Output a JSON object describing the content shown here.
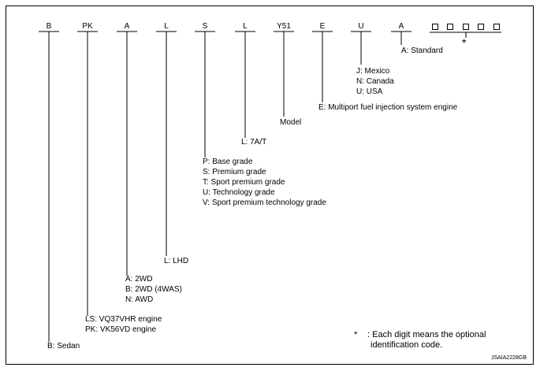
{
  "codes": [
    "B",
    "PK",
    "A",
    "L",
    "S",
    "L",
    "Y51",
    "E",
    "U",
    "A"
  ],
  "boxes": 5,
  "optional_marker": "*",
  "descriptions": {
    "B": [
      "B: Sedan"
    ],
    "PK": [
      "LS: VQ37VHR engine",
      "PK: VK56VD engine"
    ],
    "A1": [
      "A: 2WD",
      "B: 2WD (4WAS)",
      "N: AWD"
    ],
    "L1": [
      "L: LHD"
    ],
    "S": [
      "P: Base grade",
      "S: Premium grade",
      "T: Sport premium grade",
      "U: Technology grade",
      "V: Sport premium technology grade"
    ],
    "L2": [
      "L: 7A/T"
    ],
    "Y51": [
      "Model"
    ],
    "E": [
      "E: Multiport fuel injection system engine"
    ],
    "U": [
      "J: Mexico",
      "N: Canada",
      "U: USA"
    ],
    "A2": [
      "A: Standard"
    ]
  },
  "note": {
    "symbol": "*",
    "line1": ": Each digit means the optional",
    "line2": "identification code."
  },
  "figure_code": "JSAIA2228GB"
}
